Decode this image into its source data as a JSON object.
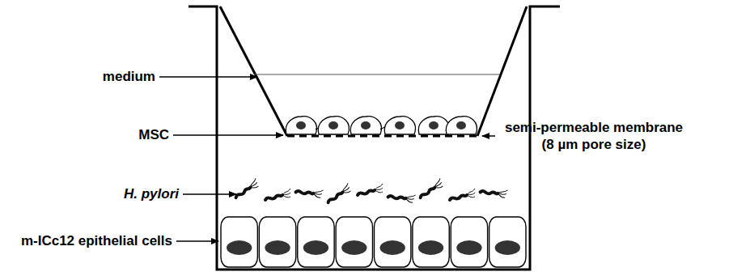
{
  "diagram": {
    "labels": [
      "medium",
      "MSC",
      "H. pylori",
      "m-ICc12 epithelial cells",
      "semi-permeable membrane (8 µm pore size)"
    ]
  }
}
